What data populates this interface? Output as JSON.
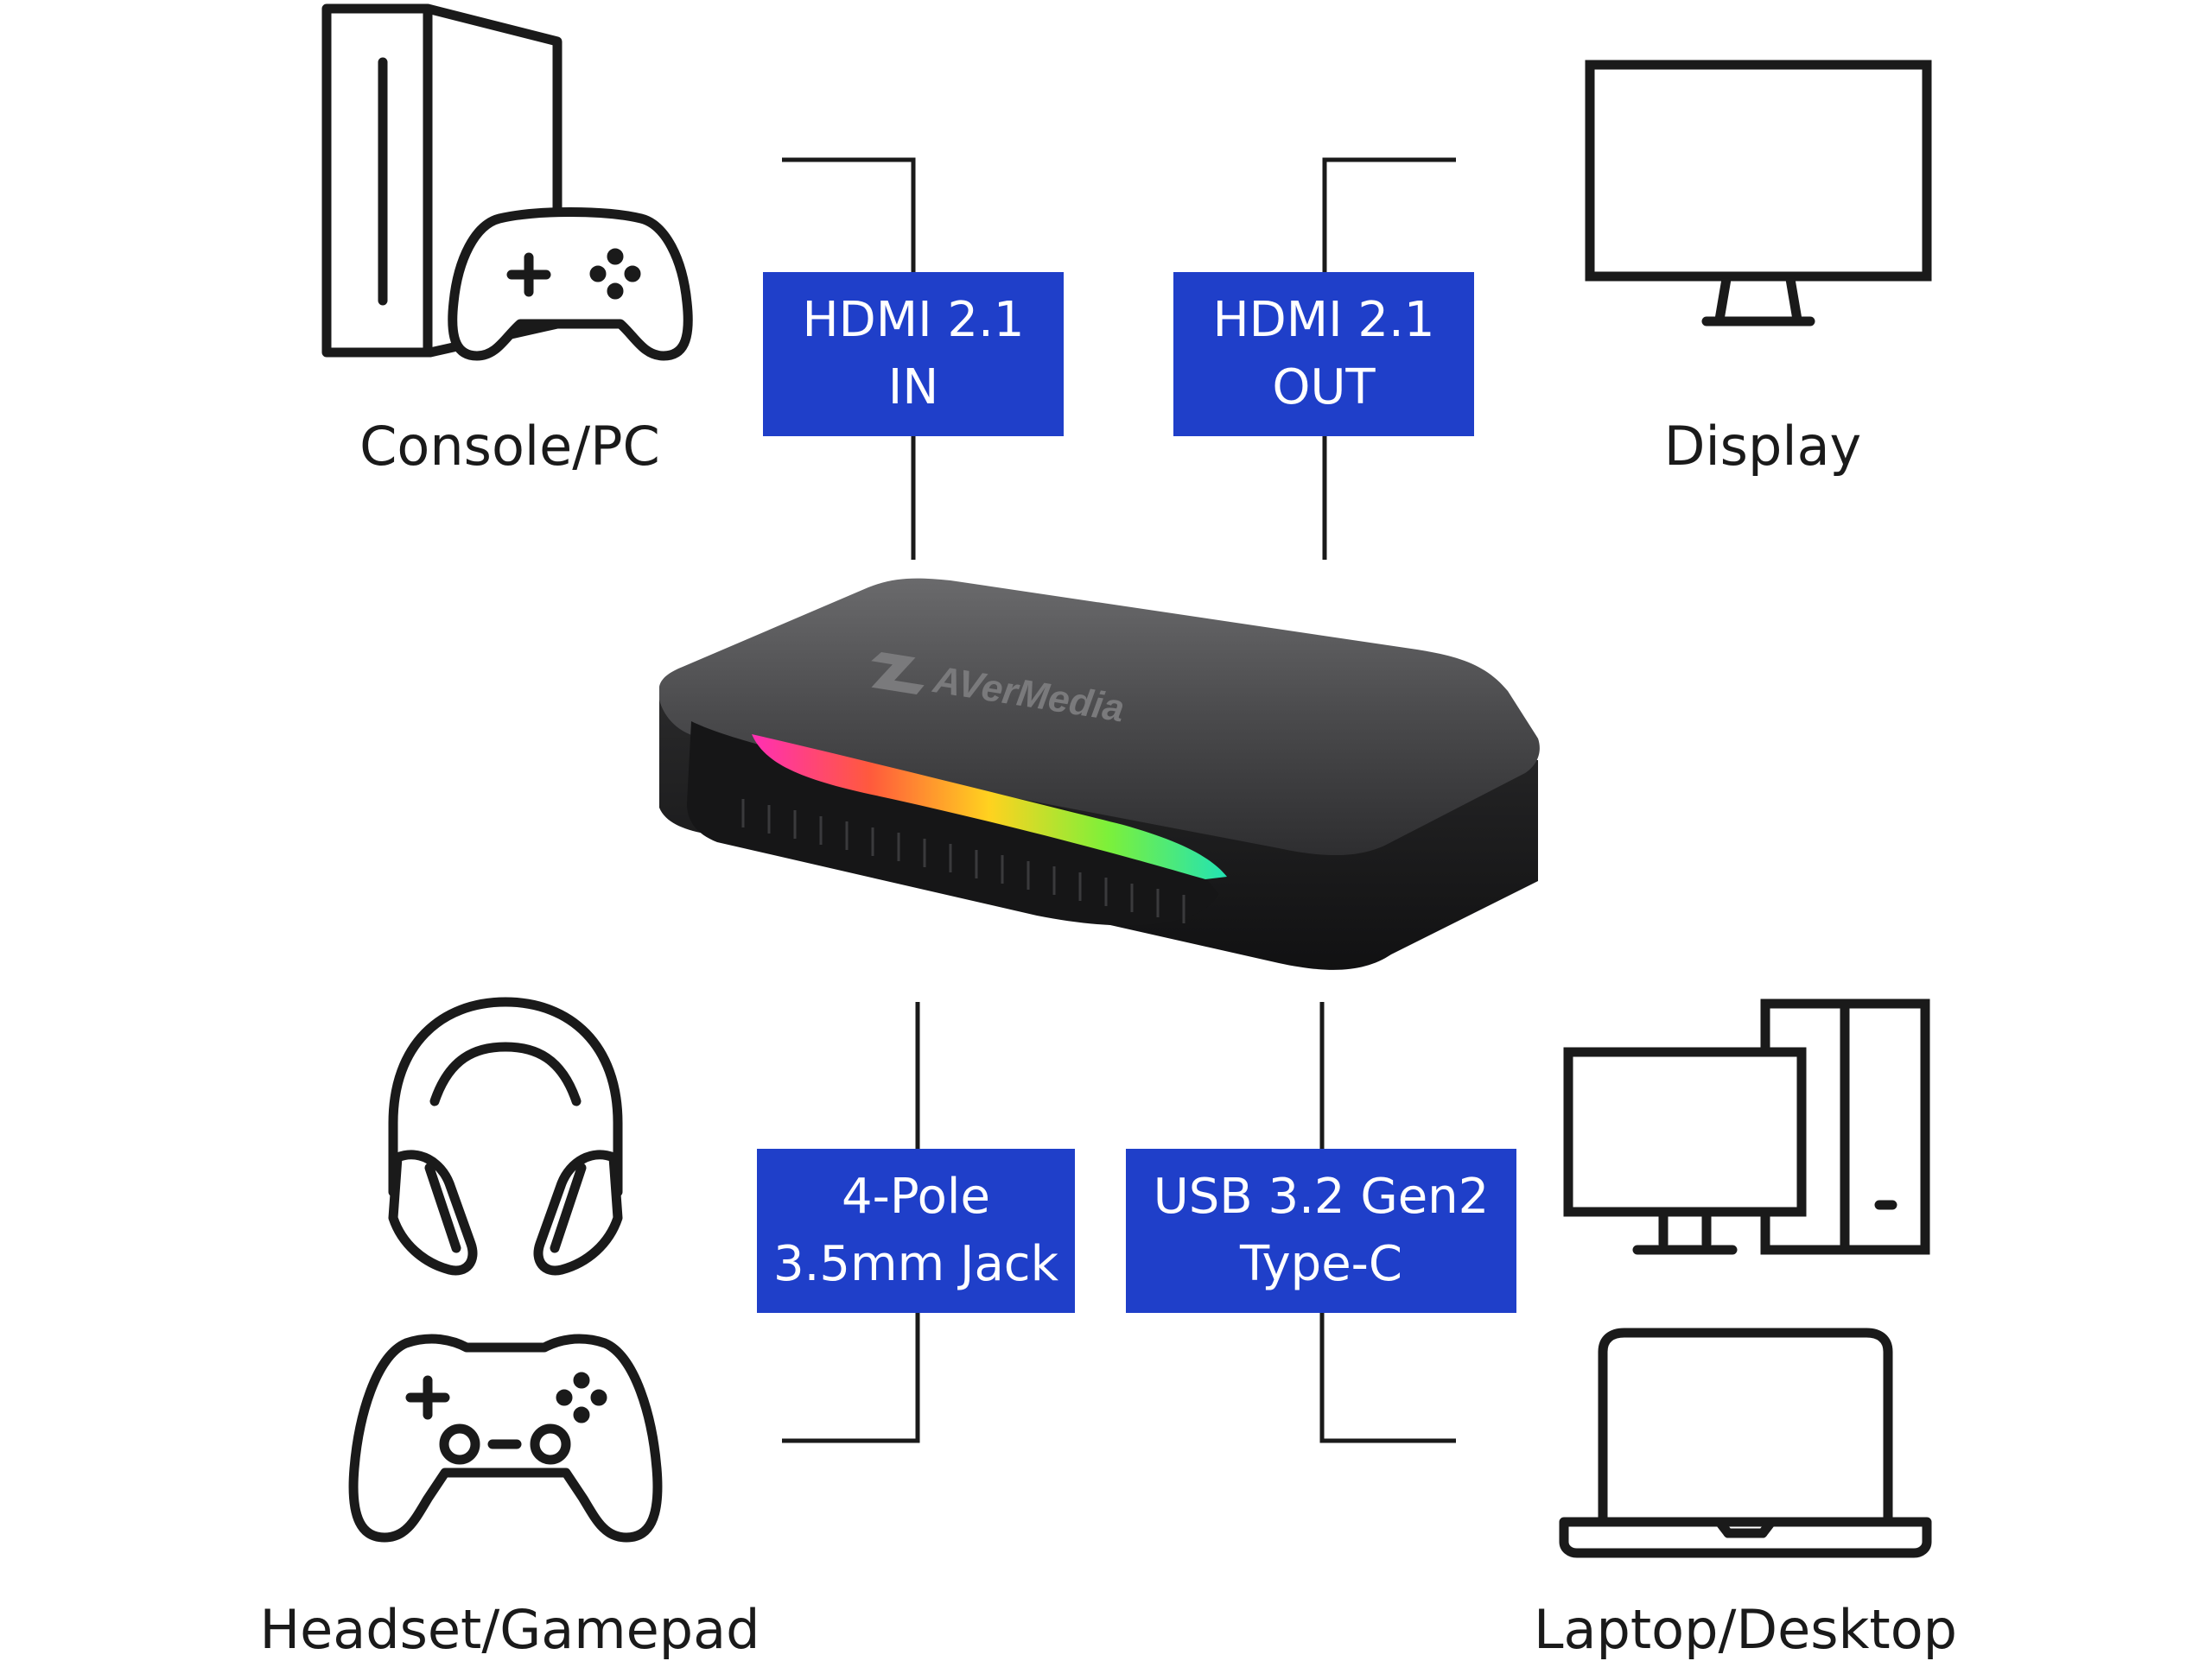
{
  "devices": {
    "console_pc": "Console/PC",
    "display": "Display",
    "headset_gamepad": "Headset/Gamepad",
    "laptop_desktop": "Laptop/Desktop"
  },
  "ports": {
    "hdmi_in": {
      "line1": "HDMI 2.1",
      "line2": "IN"
    },
    "hdmi_out": {
      "line1": "HDMI 2.1",
      "line2": "OUT"
    },
    "audio_jack": {
      "line1": "4-Pole",
      "line2": "3.5mm Jack"
    },
    "usb": {
      "line1": "USB 3.2 Gen2",
      "line2": "Type-C"
    }
  },
  "product": {
    "brand": "AVerMedia"
  },
  "colors": {
    "badge": "#1f3fc9",
    "line": "#1a1a1a"
  }
}
